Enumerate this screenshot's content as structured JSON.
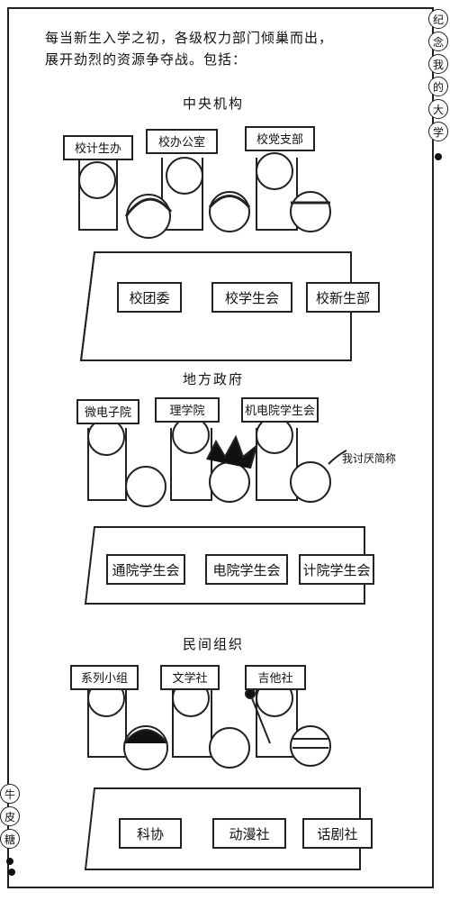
{
  "intro": {
    "line1": "每当新生入学之初，各级权力部门倾巢而出，",
    "line2": "展开劲烈的资源争夺战。包括："
  },
  "side_title": [
    "纪",
    "念",
    "我",
    "的",
    "大",
    "学"
  ],
  "side_brand": [
    "牛",
    "皮",
    "糖"
  ],
  "sections": [
    {
      "title": "中央机构",
      "signs": [
        "校计生办",
        "校办公室",
        "校党支部"
      ],
      "table_labels": [
        "校团委",
        "校学生会",
        "校新生部"
      ]
    },
    {
      "title": "地方政府",
      "signs": [
        "微电子院",
        "理学院",
        "机电院学生会"
      ],
      "table_labels": [
        "通院学生会",
        "电院学生会",
        "计院学生会"
      ],
      "speech": "我讨厌简称"
    },
    {
      "title": "民间组织",
      "signs": [
        "系列小组",
        "文学社",
        "吉他社"
      ],
      "table_labels": [
        "科协",
        "动漫社",
        "话剧社"
      ]
    }
  ]
}
